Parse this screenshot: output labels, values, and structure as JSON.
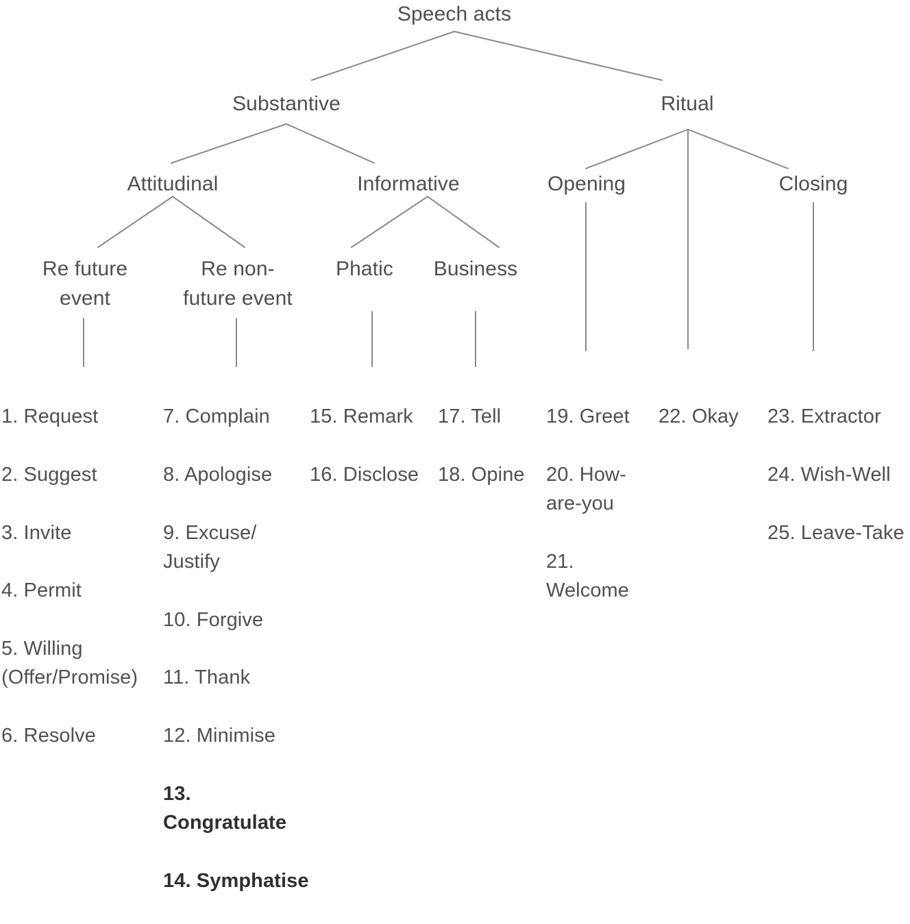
{
  "diagram": {
    "title": "Speech acts",
    "line_color": "#8a8a8a",
    "text_color": "#4f4f4f",
    "nodes": {
      "root": "Speech acts",
      "substantive": "Substantive",
      "ritual": "Ritual",
      "attitudinal": "Attitudinal",
      "informative": "Informative",
      "opening": "Opening",
      "closing": "Closing",
      "re_future_event": "Re future\nevent",
      "re_non_future_event": "Re non-\nfuture event",
      "phatic": "Phatic",
      "business": "Business"
    },
    "leaves": {
      "re_future_event": [
        "1. Request",
        "2. Suggest",
        "3. Invite",
        "4. Permit",
        "5. Willing\n(Offer/Promise)",
        "6. Resolve"
      ],
      "re_non_future_event": [
        "7. Complain",
        "8. Apologise",
        "9. Excuse/\nJustify",
        "10. Forgive",
        "11. Thank",
        "12. Minimise",
        "13. Congratulate",
        "14. Symphatise"
      ],
      "phatic": [
        "15. Remark",
        "16. Disclose"
      ],
      "business": [
        "17. Tell",
        "18. Opine"
      ],
      "opening": [
        "19. Greet",
        "20. How-\nare-you",
        "21. Welcome"
      ],
      "opening_extra": [
        "22. Okay"
      ],
      "closing": [
        "23. Extractor",
        "24. Wish-Well",
        "25. Leave-Take"
      ]
    }
  }
}
